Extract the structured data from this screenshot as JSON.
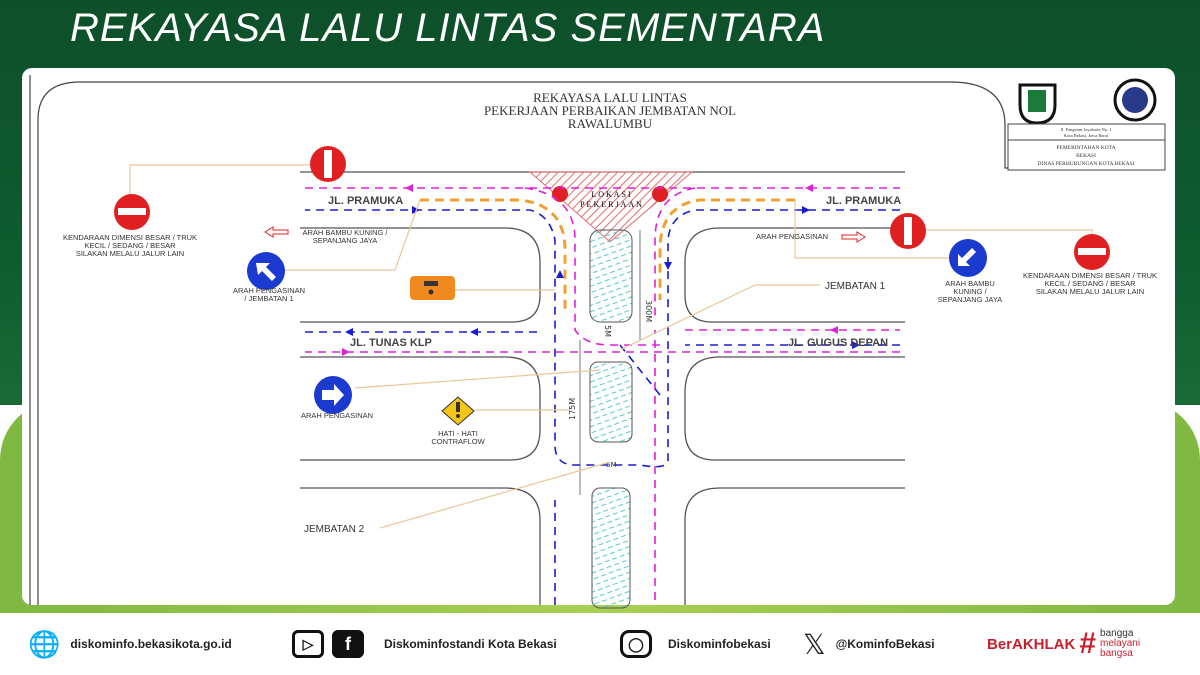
{
  "header": {
    "title": "REKAYASA LALU LINTAS SEMENTARA"
  },
  "diagram": {
    "title_lines": [
      "REKAYASA LALU LINTAS",
      "PEKERJAAN PERBAIKAN JEMBATAN NOL",
      "RAWALUMBU"
    ],
    "info_box": {
      "address": [
        "Jl. Pangeran Jayakarta No. 1",
        "Kota Bekasi, Jawa Barat"
      ],
      "agency": [
        "PEMERINTAHAN KOTA",
        "BEKASI",
        "DINAS PERHUBUNGAN KOTA BEKASI"
      ]
    },
    "roads": {
      "pramuka_left": "JL. PRAMUKA",
      "pramuka_right": "JL. PRAMUKA",
      "tunas_klp": "JL. TUNAS KLP",
      "gugus_depan": "JL. GUGUS DEPAN"
    },
    "work_zone": [
      "LOKASI",
      "PEKERJAAN"
    ],
    "labels": {
      "no_entry_left": [
        "KENDARAAN DIMENSI BESAR / TRUK",
        "KECIL / SEDANG / BESAR",
        "SILAKAN MELALU JALUR LAIN"
      ],
      "no_entry_right": [
        "KENDARAAN DIMENSI BESAR / TRUK",
        "KECIL / SEDANG / BESAR",
        "SILAKAN MELALU JALUR LAIN"
      ],
      "arah_bambu_left": [
        "ARAH BAMBU KUNING /",
        "SEPANJANG JAYA"
      ],
      "arah_pengasinan_jembatan": [
        "ARAH PENGASINAN",
        "/ JEMBATAN 1"
      ],
      "arah_pengasinan_right": "ARAH PENGASINAN",
      "arah_bambu_right": [
        "ARAH BAMBU",
        "KUNING /",
        "SEPANJANG JAYA"
      ],
      "jembatan_1": "JEMBATAN 1",
      "jembatan_2": "JEMBATAN 2",
      "arah_pengasinan_left": "ARAH PENGASINAN",
      "hati_hati": [
        "HATI - HATI",
        "CONTRAFLOW"
      ]
    },
    "dimensions": {
      "d1": "300M",
      "d2": "5M",
      "d3": "175M",
      "d4": "5M"
    },
    "colors": {
      "pink": "#e020d8",
      "blue": "#1a1ad0",
      "orange": "#f0a030",
      "red": "#e02020"
    }
  },
  "footer": {
    "website": "diskominfo.bekasikota.go.id",
    "youtube_facebook": "Diskominfostandi Kota Bekasi",
    "instagram": "Diskominfobekasi",
    "x": "@KominfoBekasi",
    "berakhlak": "BerAKHLAK",
    "bangga": [
      "bangga",
      "melayani",
      "bangsa"
    ]
  }
}
